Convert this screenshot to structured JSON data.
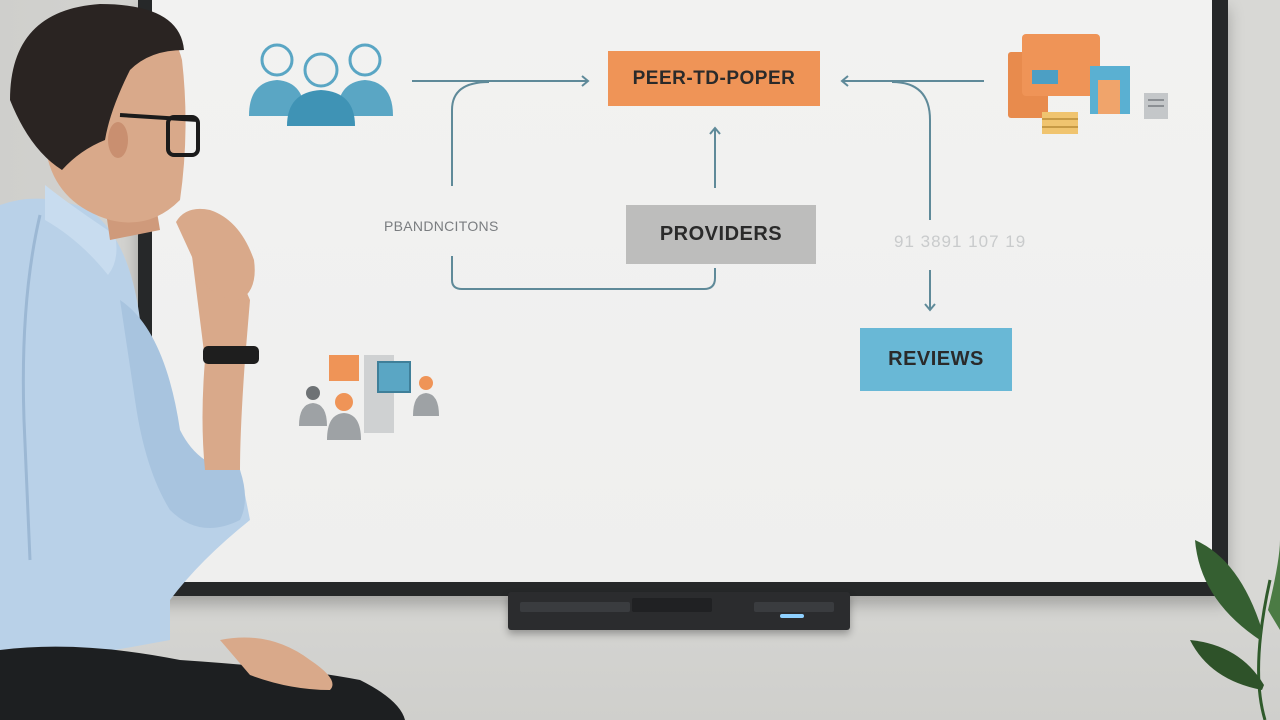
{
  "diagram": {
    "center_box": "PEER-TD-POPER",
    "providers_box": "PROVIDERS",
    "reviews_box": "REVIEWS",
    "transactions_label": "PBANDNCITONS",
    "faded_label": "91 3891 107 19"
  },
  "colors": {
    "orange": "#ef9457",
    "blue": "#69b8d6",
    "gray_box": "#bdbdbc",
    "arrow": "#5f8a99",
    "screen": "#f0f0ef",
    "bezel": "#262829"
  },
  "icons": [
    "people-group-icon",
    "documents-folder-icon",
    "people-chat-icon"
  ]
}
